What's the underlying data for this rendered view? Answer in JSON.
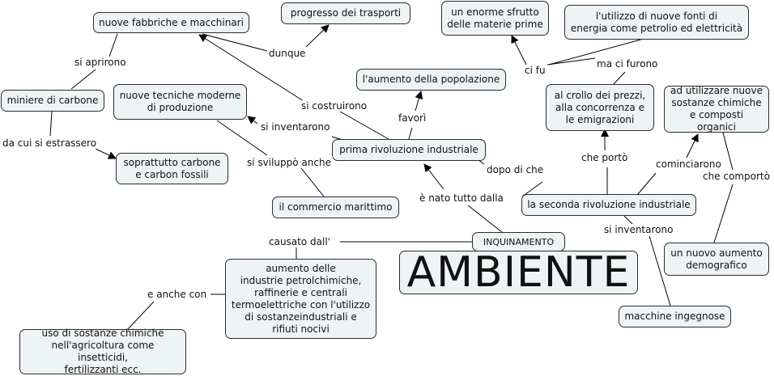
{
  "nodes": {
    "fabbriche": "nuove fabbriche e macchinari",
    "trasporti": "progresso dei trasporti",
    "sfrutto": "un enorme sfrutto\ndelle materie prime",
    "fonti": "l'utilizzo di nuove fonti di\nenergia come petrolio ed elettricità",
    "miniere": "miniere di carbone",
    "tecniche": "nuove tecniche moderne\ndi produzione",
    "popolazione": "l'aumento della popolazione",
    "crollo": "al crollo dei prezzi,\nalla concorrenza e\nle emigrazioni",
    "sostanze": "ad utilizzare nuove\nsostanze chimiche\ne composti organici",
    "carbone": "soprattutto carbone\ne carbon fossili",
    "prima": "prima rivoluzione industriale",
    "commercio": "il commercio marittimo",
    "seconda": "la seconda rivoluzione industriale",
    "inquinamento": "INQUINAMENTO",
    "ambiente": "AMBIENTE",
    "industrie": "aumento delle\nindustrie petrolchimiche,\nraffinerie e centrali\ntermoelettriche con l'utilizzo\ndi sostanzeindustriali e\nrifiuti nocivi",
    "demografico": "un nuovo aumento\ndemografico",
    "macchine": "macchine ingegnose",
    "chimiche_agr": "uso di sostanze chimiche\nnell'agricoltura come insetticidi,\nfertilizzanti ecc."
  },
  "labels": {
    "dunque": "dunque",
    "si_aprirono": "si aprirono",
    "ci_fu": "ci fu",
    "ma_ci_furono": "ma ci furono",
    "si_costruirono": "si costruirono",
    "favori": "favorì",
    "si_inventarono_1": "si inventarono",
    "da_cui": "da cui si estrassero",
    "si_sviluppo": "si sviluppò anche",
    "dopo_di_che": "dopo di che",
    "che_porto": "che portò",
    "cominciarono": "cominciarono",
    "che_comporto": "che comportò",
    "e_nato": "è nato tutto dalla",
    "si_inventarono_2": "si inventarono",
    "causato": "causato dall'",
    "e_anche": "e anche con"
  }
}
